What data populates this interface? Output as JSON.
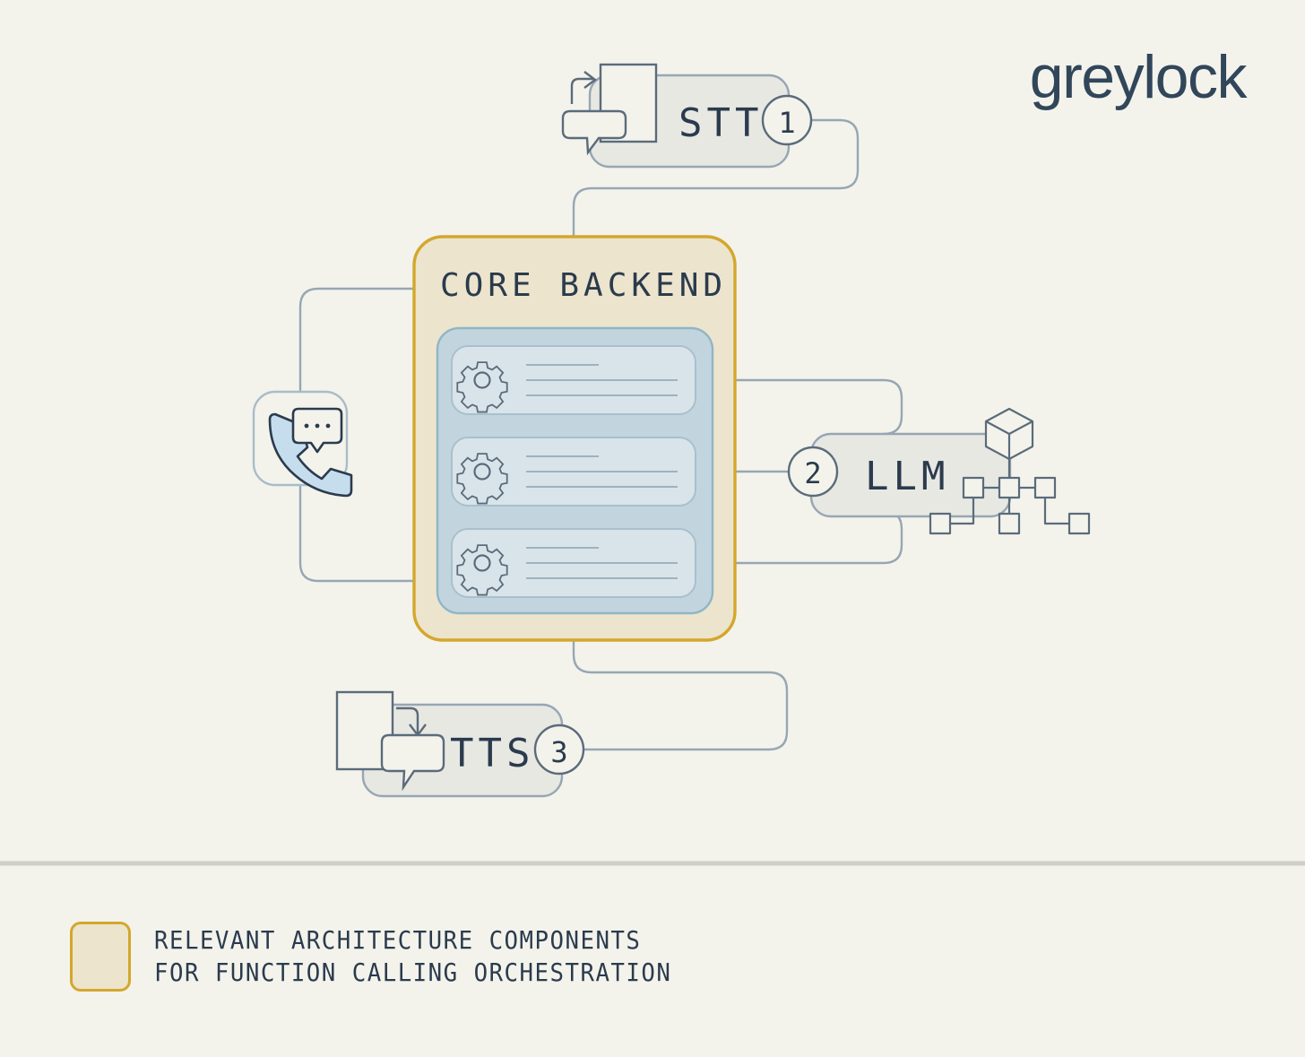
{
  "brand": {
    "logo_text": "greylock",
    "logo_color": "#32465a"
  },
  "palette": {
    "background": "#f3f3ec",
    "accent_gold_border": "#d4a72c",
    "accent_gold_fill": "#ece4cc",
    "panel_blue_fill": "#c2d5de",
    "panel_blue_border": "#8fb6c6",
    "row_fill": "#d8e4ea",
    "row_border": "#a9c0cc",
    "box_fill": "#e8e8e3",
    "box_border": "#97a6b3",
    "line": "#97a6b3",
    "ink": "#2b3b4d"
  },
  "diagram": {
    "title": "CORE BACKEND",
    "nodes": [
      {
        "id": "stt",
        "label": "STT",
        "badge": "1",
        "icon": "speech-to-text-icon"
      },
      {
        "id": "core",
        "label": "CORE BACKEND",
        "icon": "core-backend-panel"
      },
      {
        "id": "llm",
        "label": "LLM",
        "badge": "2",
        "icon": "llm-network-cube-icon"
      },
      {
        "id": "tts",
        "label": "TTS",
        "badge": "3",
        "icon": "text-to-speech-icon"
      },
      {
        "id": "telephony",
        "label": "",
        "icon": "phone-chat-icon"
      }
    ],
    "function_rows": [
      {
        "icon": "gear-icon",
        "lines": 3
      },
      {
        "icon": "gear-icon",
        "lines": 3
      },
      {
        "icon": "gear-icon",
        "lines": 3
      }
    ]
  },
  "legend": {
    "line1": "RELEVANT ARCHITECTURE COMPONENTS",
    "line2": "FOR FUNCTION CALLING ORCHESTRATION",
    "swatch_border": "#d4a72c",
    "swatch_fill": "#ece4cc"
  }
}
